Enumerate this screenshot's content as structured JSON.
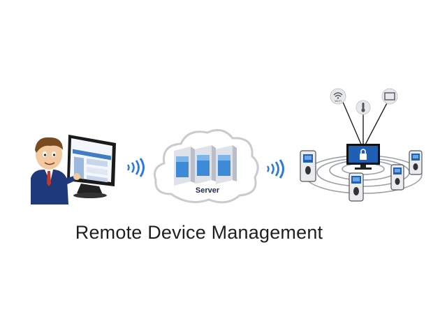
{
  "diagram": {
    "caption": "Remote Device Management",
    "server_label": "Server",
    "wifi_icon_text": "Wi-Fi",
    "colors": {
      "monitor_frame": "#1a1a1a",
      "screen_blue": "#1f5fb4",
      "signal_blue": "#2b7bd8",
      "cloud_outline": "#c9cbd0",
      "device_body": "#e9ebee"
    }
  }
}
